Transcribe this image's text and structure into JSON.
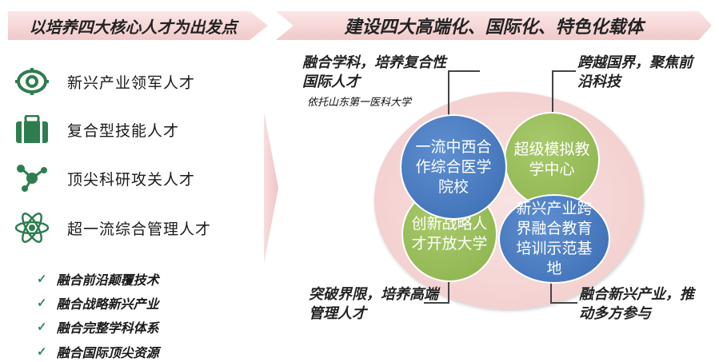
{
  "left_banner": {
    "title": "以培养四大核心人才为出发点"
  },
  "right_banner": {
    "title": "建设四大高端化、国际化、特色化载体"
  },
  "talents": [
    {
      "label": "新兴产业领军人才",
      "icon": "target-icon"
    },
    {
      "label": "复合型技能人才",
      "icon": "briefcase-icon"
    },
    {
      "label": "顶尖科研攻关人才",
      "icon": "molecule-icon"
    },
    {
      "label": "超一流综合管理人才",
      "icon": "atom-icon"
    }
  ],
  "checks": [
    {
      "label": "融合前沿颠覆技术"
    },
    {
      "label": "融合战略新兴产业"
    },
    {
      "label": "融合完整学科体系"
    },
    {
      "label": "融合国际顶尖资源"
    }
  ],
  "circles": [
    {
      "label": "一流中西合作综合医学院校"
    },
    {
      "label": "超级模拟教学中心"
    },
    {
      "label": "创新战略人才开放大学"
    },
    {
      "label": "新兴产业跨界融合教育培训示范基地"
    }
  ],
  "callouts": {
    "top_left": "融合学科，培养复合性国际人才",
    "top_right": "跨越国界，聚焦前沿科技",
    "bottom_left": "突破界限，培养高端管理人才",
    "bottom_right": "融合新兴产业，推动多方参与"
  },
  "note": "依托山东第一医科大学",
  "colors": {
    "banner": "#f1c9c9",
    "icon_green": "#2e7d4f",
    "circle_blue": "#3a6cb3",
    "circle_green": "#8ab24c"
  }
}
